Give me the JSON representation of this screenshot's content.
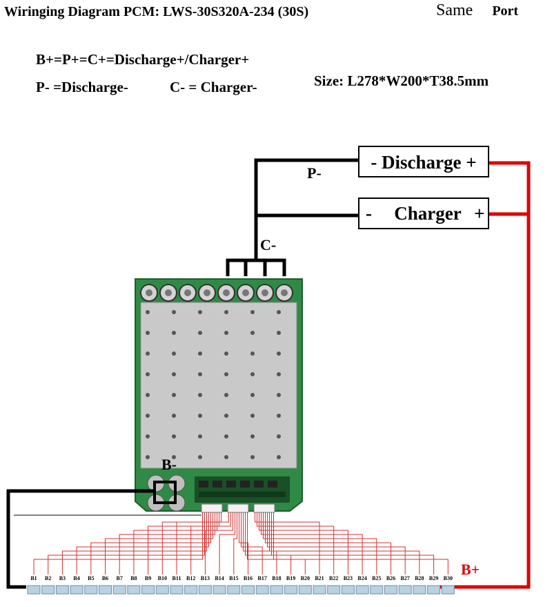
{
  "header": {
    "title": "Wiringing Diagram PCM: LWS-30S320A-234 (30S)",
    "same": "Same",
    "port": "Port"
  },
  "notes": {
    "line1": "B+=P+=C+=Discharge+/Charger+",
    "line2a": "P- =Discharge-",
    "line2b": "C- = Charger-",
    "size": "Size: L278*W200*T38.5mm"
  },
  "diagram": {
    "discharge_label": "- Discharge +",
    "charger_minus": "-",
    "charger_label": "Charger",
    "charger_plus": "+",
    "p_minus": "P-",
    "c_minus": "C-",
    "b_minus": "B-",
    "b_plus": "B+",
    "cells": [
      "B1",
      "B2",
      "B3",
      "B4",
      "B5",
      "B6",
      "B7",
      "B8",
      "B9",
      "B10",
      "B11",
      "B12",
      "B13",
      "B14",
      "B15",
      "B16",
      "B17",
      "B18",
      "B19",
      "B20",
      "B21",
      "B22",
      "B23",
      "B24",
      "B25",
      "B26",
      "B27",
      "B28",
      "B29",
      "B30"
    ]
  },
  "colors": {
    "positive_wire": "#e00000",
    "negative_wire": "#000000",
    "sense_wire": "#d03030",
    "pcb": "#2f8a45",
    "heatsink": "#c8c8c8",
    "cell": "#b9d2e2"
  }
}
